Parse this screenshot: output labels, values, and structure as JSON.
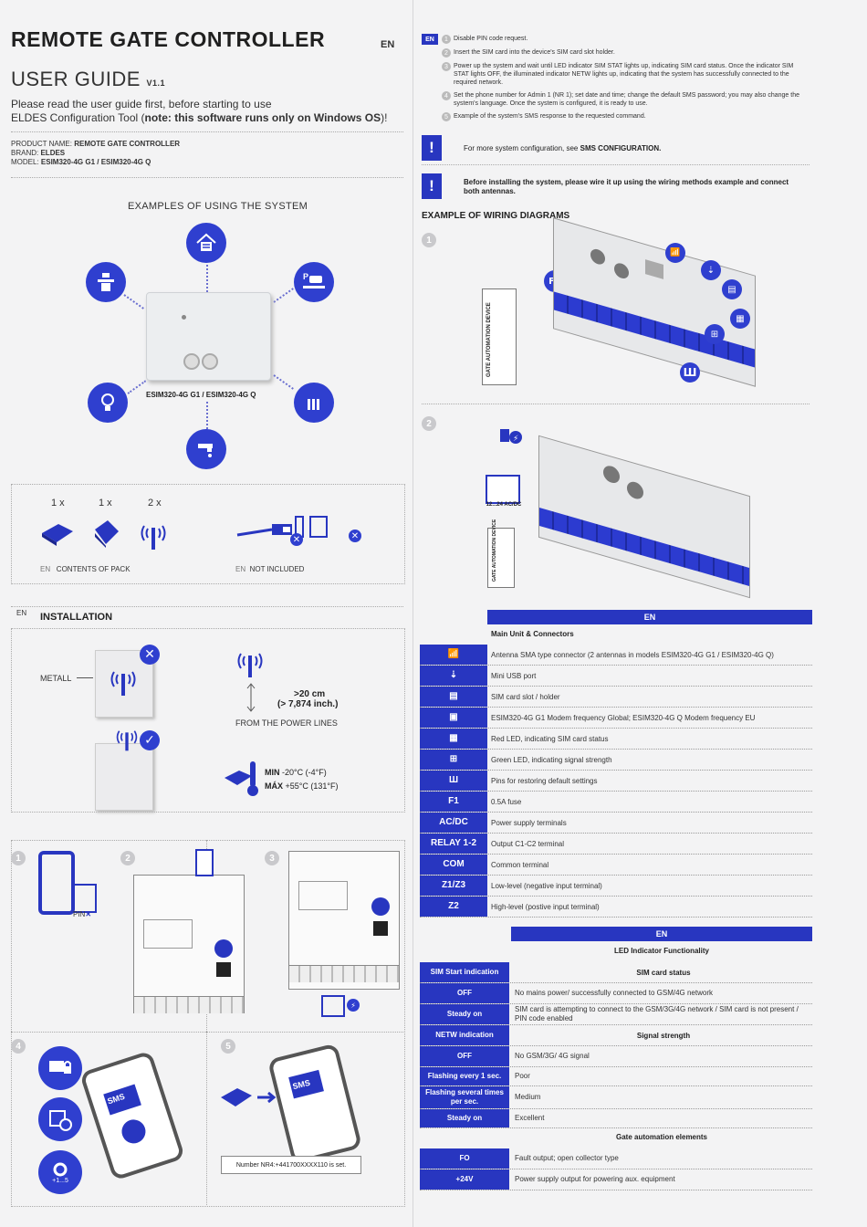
{
  "header": {
    "title": "REMOTE GATE CONTROLLER",
    "lang": "EN",
    "guide_title": "USER GUIDE",
    "version": "V1.1",
    "intro_line1": "Please read the user guide first, before starting to use",
    "intro_line2_a": "ELDES Configuration Tool (",
    "intro_line2_b": "note: this software runs only on Windows OS",
    "intro_line2_c": ")!"
  },
  "product": {
    "name_label": "PRODUCT NAME:",
    "name_value": "REMOTE GATE CONTROLLER",
    "brand_label": "BRAND:",
    "brand_value": "ELDES",
    "model_label": "MODEL:",
    "model_value": "ESIM320-4G G1 / ESIM320-4G Q"
  },
  "examples": {
    "heading": "EXAMPLES OF USING THE SYSTEM",
    "device_label": "ESIM320-4G G1 / ESIM320-4G Q"
  },
  "pack": {
    "qty1": "1 x",
    "qty2": "1 x",
    "qty3": "2 x",
    "contents_lang": "EN",
    "contents_label": "CONTENTS OF PACK",
    "not_lang": "EN",
    "not_included_label": "NOT INCLUDED"
  },
  "installation": {
    "lang": "EN",
    "heading": "INSTALLATION",
    "metal_label": "METALL",
    "distance": ">20 cm",
    "distance_inch": "(> 7,874 inch.)",
    "distance_note": "FROM THE POWER LINES",
    "temp_min_label": "MIN",
    "temp_min": "-20°C (-4°F)",
    "temp_max_label": "MÁX",
    "temp_max": "+55°C (131°F)"
  },
  "steps_panel": {
    "pin_label": "PIN",
    "sms_text": "SMS",
    "number_set": "Number NR4:+441700XXXX110 is set.",
    "plus_label": "+1...5",
    "step1": "1",
    "step2": "2",
    "step3": "3",
    "step4": "4",
    "step5": "5"
  },
  "right_steps": {
    "lang": "EN",
    "s1": "Disable PIN code request.",
    "s2": "Insert the SIM card into the device's SIM card slot holder.",
    "s3": "Power up the system and wait until LED indicator SIM STAT lights up, indicating SIM card status. Once the indicator SIM STAT lights OFF, the illuminated indicator NETW lights up, indicating that the system has successfully connected to the required network.",
    "s4": "Set the phone number for Admin 1 (NR 1); set date and time; change the default SMS password; you may also change the system's language. Once the system is configured, it is ready to use.",
    "s5": "Example of the system's SMS response to the requested command.",
    "note1_a": "For more system configuration, see ",
    "note1_b": "SMS CONFIGURATION.",
    "note2": "Before installing the system, please wire it up using the wiring methods example and connect both antennas."
  },
  "wiring": {
    "heading": "EXAMPLE OF WIRING DIAGRAMS",
    "gate_label": "GATE AUTOMATION DEVICE",
    "f1": "F1",
    "acdc_label": "12...24 AC/DC"
  },
  "connectors": {
    "lang": "EN",
    "title": "Main Unit & Connectors",
    "rows": [
      {
        "key": "antenna-icon",
        "value": "Antenna SMA type connector (2 antennas in models ESIM320-4G G1 / ESIM320-4G Q)"
      },
      {
        "key": "usb-icon",
        "value": "Mini USB port"
      },
      {
        "key": "sim-icon",
        "value": "SIM card slot / holder"
      },
      {
        "key": "modem-icon",
        "value": "ESIM320-4G G1 Modem frequency Global; ESIM320-4G Q Modem frequency EU"
      },
      {
        "key": "sim-status-icon",
        "value": "Red LED, indicating SIM card status"
      },
      {
        "key": "network-icon",
        "value": "Green LED, indicating signal strength"
      },
      {
        "key": "pins-icon",
        "value": "Pins for restoring default settings"
      },
      {
        "key": "F1",
        "value": "0.5A fuse"
      },
      {
        "key": "AC/DC",
        "value": "Power supply terminals"
      },
      {
        "key": "RELAY 1-2",
        "value": "Output C1-C2 terminal"
      },
      {
        "key": "COM",
        "value": "Common terminal"
      },
      {
        "key": "Z1/Z3",
        "value": "Low-level (negative input terminal)"
      },
      {
        "key": "Z2",
        "value": "High-level (postive input terminal)"
      }
    ]
  },
  "led": {
    "lang": "EN",
    "title": "LED Indicator Functionality",
    "sim_header": "SIM Start indication",
    "sim_status": "SIM card status",
    "sim_off_key": "OFF",
    "sim_off_val": "No mains power/ successfully connected to GSM/4G network",
    "sim_steady_key": "Steady on",
    "sim_steady_val": "SIM card is attempting to connect to the GSM/3G/4G network / SIM card is not present / PIN code enabled",
    "netw_header": "NETW indication",
    "netw_status": "Signal strength",
    "netw_off_key": "OFF",
    "netw_off_val": "No GSM/3G/ 4G signal",
    "netw_f1_key": "Flashing every 1 sec.",
    "netw_f1_val": "Poor",
    "netw_f2_key": "Flashing several times per sec.",
    "netw_f2_val": "Medium",
    "netw_steady_key": "Steady on",
    "netw_steady_val": "Excellent",
    "gate_title": "Gate automation elements",
    "fo_key": "FO",
    "fo_val": "Fault output; open collector type",
    "v24_key": "+24V",
    "v24_val": "Power supply output for powering aux. equipment"
  },
  "colors": {
    "accent": "#2836c0",
    "icon_blue": "#2f3fcf",
    "check": "#2f3fcf"
  }
}
